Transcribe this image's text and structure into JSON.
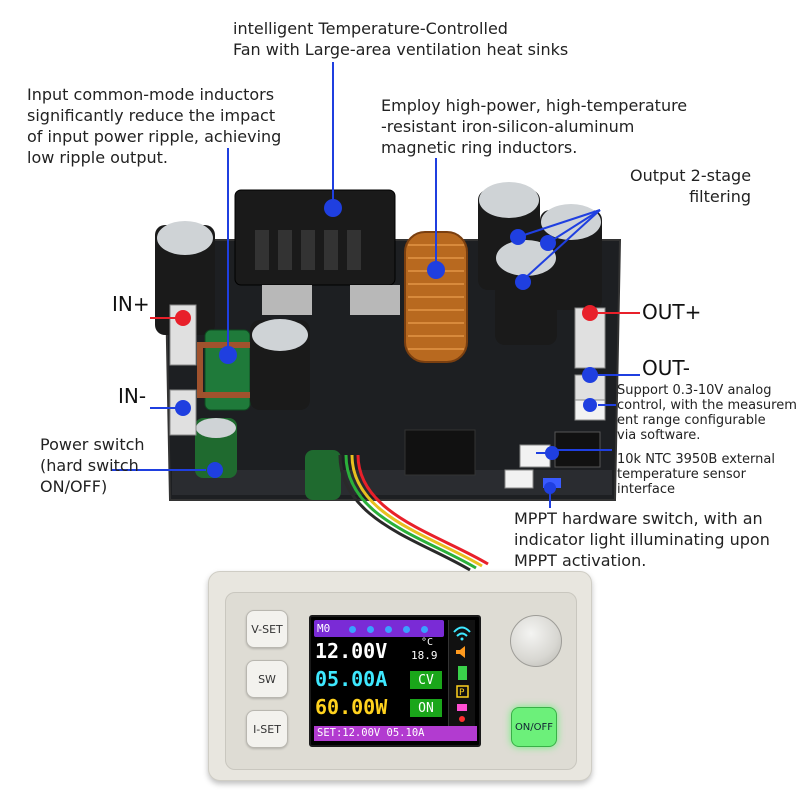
{
  "annotations": {
    "fan": "intelligent Temperature-Controlled\nFan with Large-area ventilation heat sinks",
    "input_inductor": "Input common-mode inductors\nsignificantly reduce the impact\nof input power ripple, achieving\nlow ripple output.",
    "ring_inductor": "Employ high-power, high-temperature\n-resistant iron-silicon-aluminum\nmagnetic ring inductors.",
    "output_filter": "Output 2-stage\nfiltering",
    "analog_control": "Support 0.3-10V analog\ncontrol, with the measurem\nent range configurable\nvia software.",
    "ntc": "10k NTC 3950B external\ntemperature sensor\ninterface",
    "mppt": "MPPT hardware switch, with an\nindicator light illuminating upon\nMPPT activation.",
    "power_switch": "Power switch\n(hard switch\nON/OFF)"
  },
  "terminals": {
    "in_plus": "IN+",
    "in_minus": "IN-",
    "out_plus": "OUT+",
    "out_minus": "OUT-"
  },
  "controller": {
    "buttons": {
      "vset": "V-SET",
      "sw": "SW",
      "iset": "I-SET",
      "onoff": "ON/OFF"
    },
    "display": {
      "mode": "M0",
      "voltage": "12.00V",
      "current": "05.00A",
      "power": "60.00W",
      "temperature": "18.9",
      "temp_unit": "°C",
      "cv_badge": "CV",
      "on_badge": "ON",
      "set_line": "SET:12.00V 05.10A",
      "colors": {
        "voltage": "#ffffff",
        "current": "#3ee8ff",
        "power": "#ffd21e",
        "temperature": "#ffffff"
      }
    }
  },
  "colors": {
    "marker_blue": "#1f3fe0",
    "marker_red": "#e8202a",
    "pcb": "#1d1f22"
  }
}
